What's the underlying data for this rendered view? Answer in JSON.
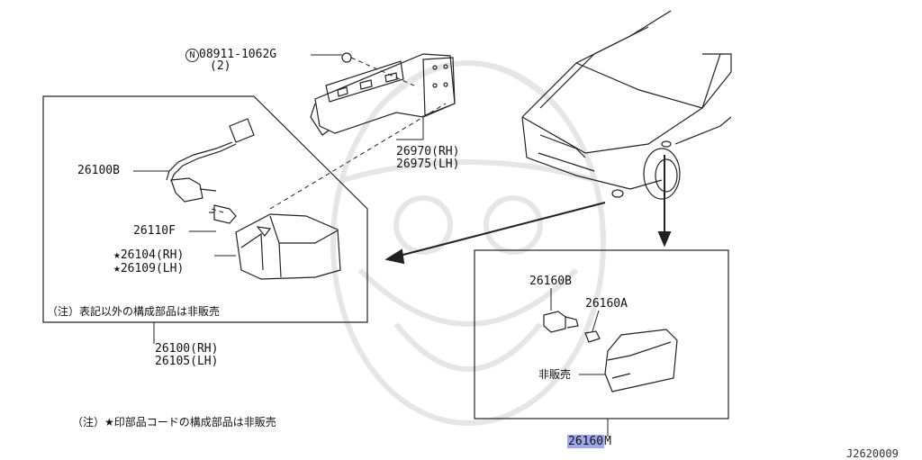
{
  "labels": {
    "nut_part": "08911-1062G",
    "nut_qty": "(2)",
    "bracket_rh": "26970(RH)",
    "bracket_lh": "26975(LH)",
    "socket": "26100B",
    "bulb": "26110F",
    "lamp_rh": "★26104(RH)",
    "lamp_lh": "★26109(LH)",
    "note_box": "（注）表記以外の構成部品は非販売",
    "assy_rh": "26100(RH)",
    "assy_lh": "26105(LH)",
    "bottom_note": "（注）★印部品コードの構成部品は非販売",
    "side_socket": "26160B",
    "side_bulb": "26160A",
    "not_sold": "非販売",
    "side_lamp_hl": "26160",
    "side_lamp_suffix": "M",
    "diagram_code": "J2620009"
  },
  "colors": {
    "ink": "#222222",
    "highlight": "#9fa6ee",
    "watermark": "#e6e6e6"
  }
}
